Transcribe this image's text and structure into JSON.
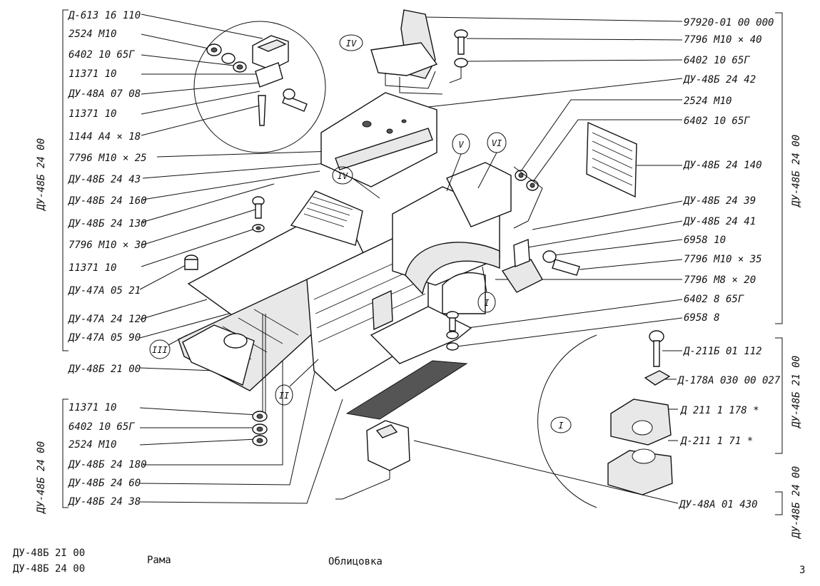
{
  "labels_left_top": [
    "Д-613 16 110",
    "2524  М10",
    "6402 10 65Г",
    "11371  10",
    "ДУ-48А 07 08",
    "11371  10",
    "1144  А4 × 18",
    "7796 М10 × 25",
    "ДУ-48Б 24 43",
    "ДУ-48Б 24 160",
    "ДУ-48Б 24 130",
    "7796  М10 × 30",
    "11371  10",
    "ДУ-47А 05 21",
    "ДУ-47А 24 120",
    "ДУ-47А 05 90",
    "ДУ-48Б 21 00"
  ],
  "labels_left_bottom": [
    "11371  10",
    "6402  10 65Г",
    "2524  М10",
    "ДУ-48Б 24 180",
    "ДУ-48Б 24 60",
    "ДУ-48Б 24 38"
  ],
  "labels_right_top": [
    "97920-01 00 000",
    "7796  М10 × 40",
    "6402 10 65Г",
    "ДУ-48Б 24 42",
    "2524  М10",
    "6402  10 65Г",
    "ДУ-48Б  24 140",
    "ДУ-48Б  24 39",
    "ДУ-48Б  24 41",
    "6958  10",
    "7796  М10 × 35",
    "7796  М8 × 20",
    "6402  8 65Г",
    "6958  8"
  ],
  "labels_right_detail": [
    "Д-211Б  01 112",
    "Д-178А 030 00 027",
    "Д  211 1 178 *",
    "Д-211 1  71 *"
  ],
  "label_bottom_right": "ДУ-48А 01 430",
  "group_labels": {
    "left_top": "ДУ-48Б 24 00",
    "left_bottom": "ДУ-48Б 24 00",
    "right_top": "ДУ-48Б 24 00",
    "right_detail": "ДУ-48Б 21 00",
    "right_bottom": "ДУ-48Б 24 00"
  },
  "roman_markers": {
    "iv_detail": "IV",
    "iv_main": "IV",
    "v": "V",
    "vi": "VI",
    "i_main": "I",
    "iii": "III",
    "ii": "II",
    "i_detail": "I"
  },
  "footer": {
    "code1": "ДУ-48Б  2I  00",
    "code2": "ДУ-48Б  24  00",
    "name1": "Рама",
    "name2": "Облицовка",
    "page": "3"
  }
}
